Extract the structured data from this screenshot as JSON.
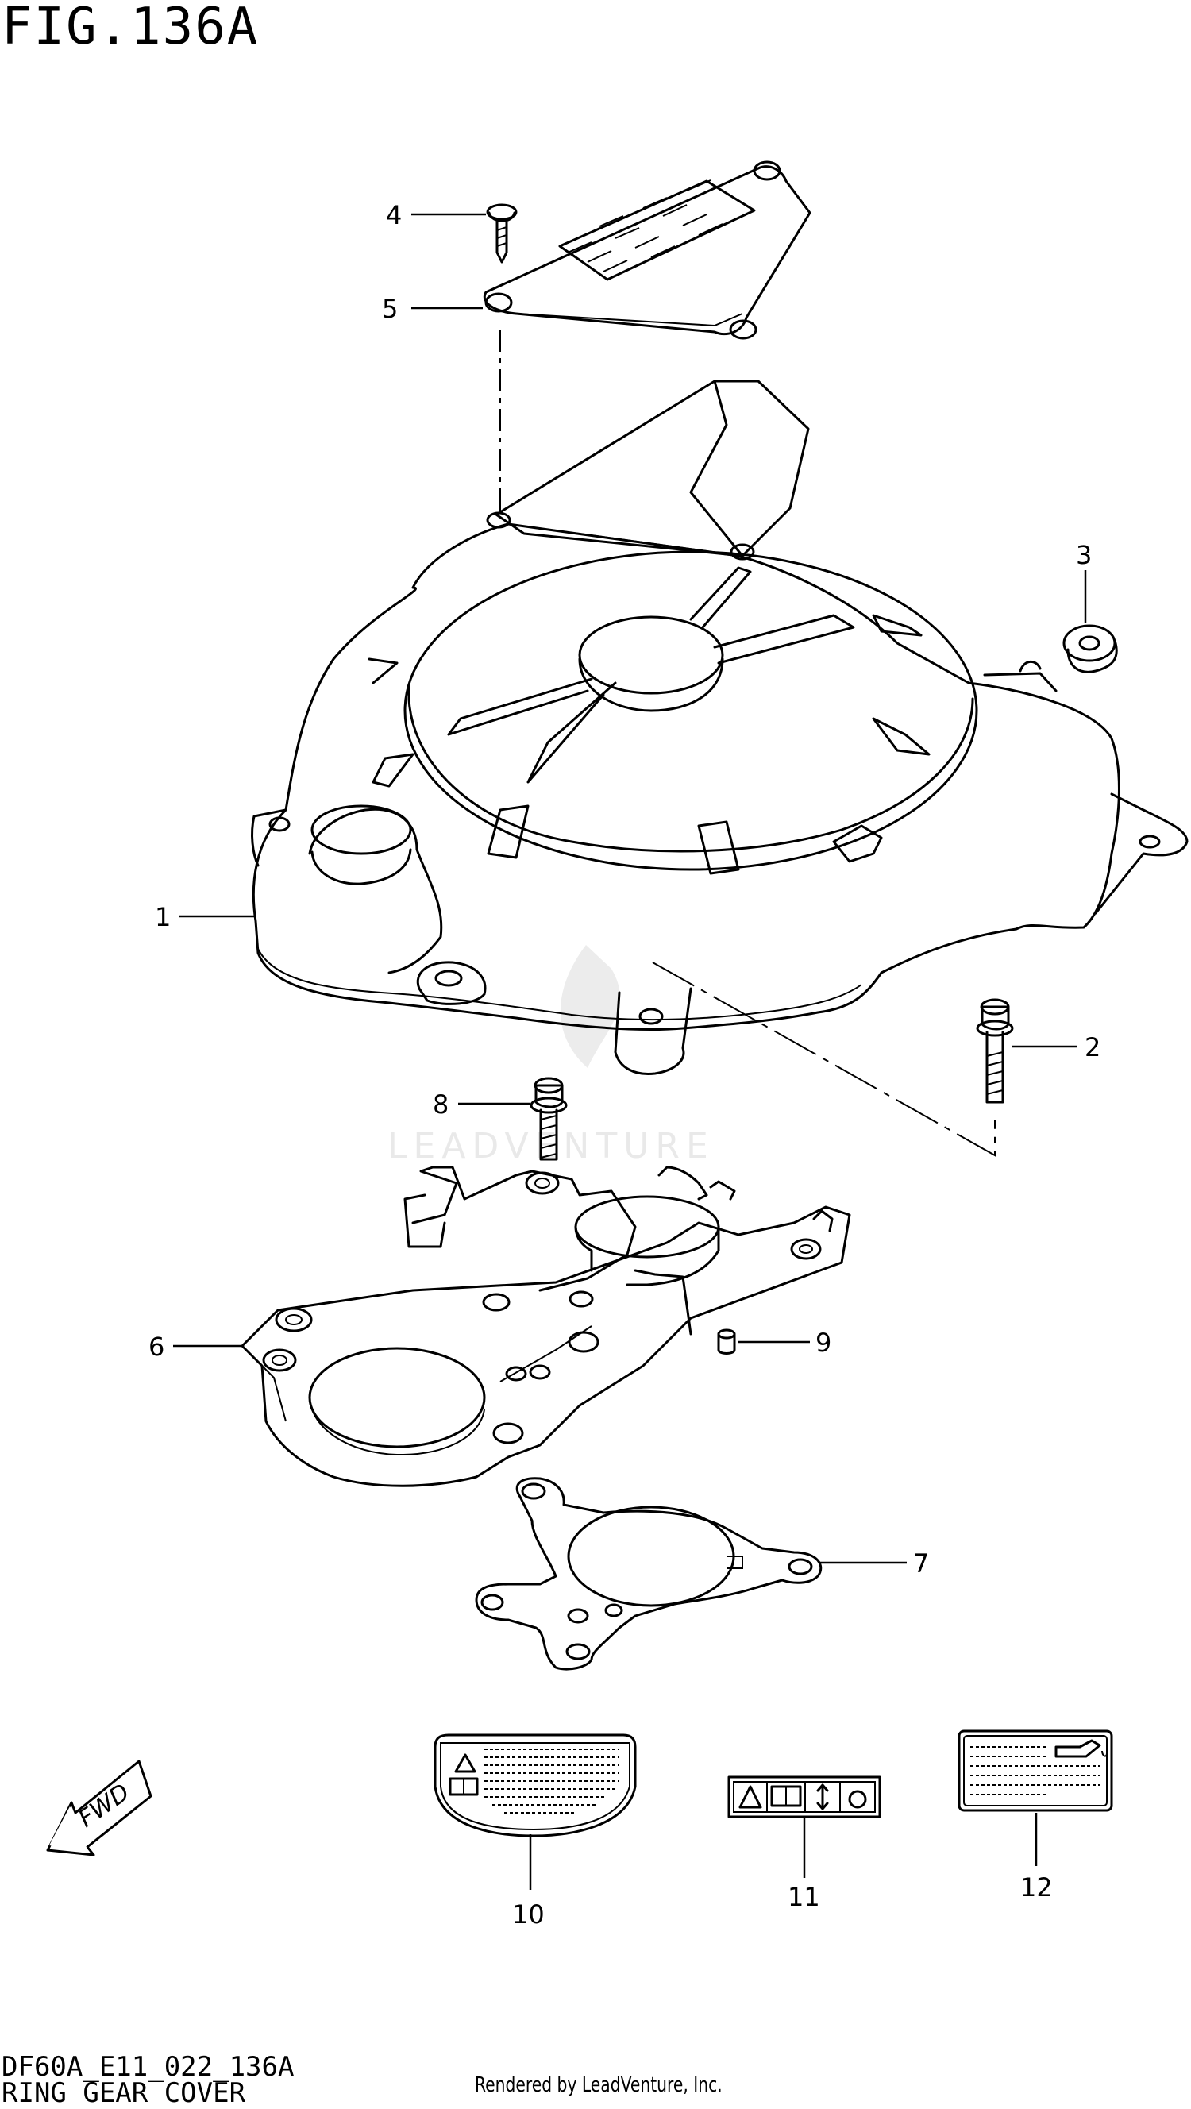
{
  "figure": {
    "title": "FIG.136A",
    "code": "DF60A_E11_022_136A",
    "name": "RING GEAR COVER",
    "credit": "Rendered by LeadVenture, Inc.",
    "watermark": "LEADVENTURE"
  },
  "callouts": [
    {
      "id": "1",
      "label": "1"
    },
    {
      "id": "2",
      "label": "2"
    },
    {
      "id": "3",
      "label": "3"
    },
    {
      "id": "4",
      "label": "4"
    },
    {
      "id": "5",
      "label": "5"
    },
    {
      "id": "6",
      "label": "6"
    },
    {
      "id": "7",
      "label": "7"
    },
    {
      "id": "8",
      "label": "8"
    },
    {
      "id": "9",
      "label": "9"
    },
    {
      "id": "10",
      "label": "10"
    },
    {
      "id": "11",
      "label": "11"
    },
    {
      "id": "12",
      "label": "12"
    }
  ],
  "fwd_arrow": {
    "label": "FWD"
  }
}
